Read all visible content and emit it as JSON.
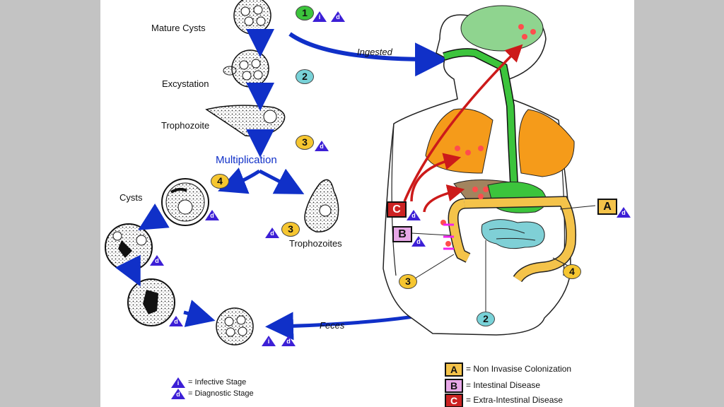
{
  "labels": {
    "mature_cysts": "Mature Cysts",
    "excystation": "Excystation",
    "trophozoite": "Trophozoite",
    "multiplication": "Multiplication",
    "cysts": "Cysts",
    "trophozoites": "Trophozoites",
    "ingested": "Ingested",
    "feces": "Feces"
  },
  "stages": {
    "s1": "1",
    "s2": "2",
    "s3": "3",
    "s4": "4"
  },
  "stage_markers": {
    "infective": "i",
    "diagnostic": "d"
  },
  "body_markers": {
    "a": "A",
    "b": "B",
    "c": "C"
  },
  "legend": {
    "infective": "= Infective Stage",
    "diagnostic": "= Diagnostic Stage",
    "a": "= Non Invasise Colonization",
    "b": "= Intestinal Disease",
    "c": "= Extra-Intestinal Disease"
  },
  "colors": {
    "stage1": "#3cc43c",
    "stage2": "#78d2d8",
    "stage3": "#f6c630",
    "stage4": "#f6c630",
    "marker_a": "#f4c34a",
    "marker_b": "#e8a8e8",
    "marker_c": "#cc2222",
    "triangle": "#3c1fd6",
    "flow_arrow": "#1030c8",
    "spread_arrow": "#cc1a1a"
  }
}
